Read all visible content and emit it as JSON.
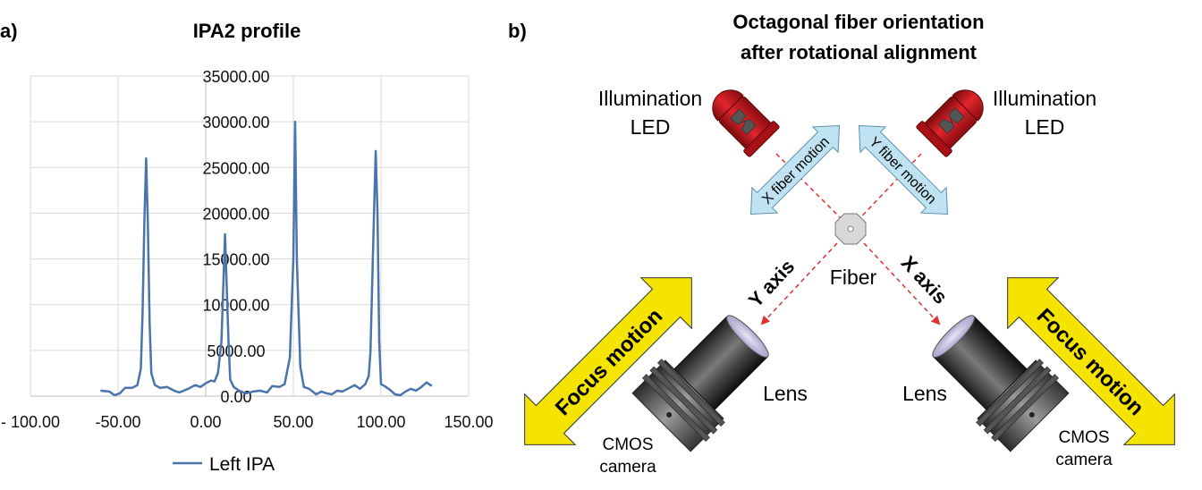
{
  "panel_a": {
    "label": "a)",
    "title": "IPA2 profile",
    "legend": "Left IPA",
    "y_ticks": [
      "35000.00",
      "30000.00",
      "25000.00",
      "20000.00",
      "15000.00",
      "10000.00",
      "5000.00",
      "0.00"
    ],
    "x_ticks": [
      "- 100.00",
      "-50.00",
      "0.00",
      "50.00",
      "100.00",
      "150.00"
    ]
  },
  "panel_b": {
    "label": "b)",
    "title_line1": "Octagonal fiber orientation",
    "title_line2": "after rotational alignment",
    "led_left_line1": "Illumination",
    "led_left_line2": "LED",
    "led_right_line1": "Illumination",
    "led_right_line2": "LED",
    "x_fiber_motion": "X fiber motion",
    "y_fiber_motion": "Y fiber motion",
    "fiber": "Fiber",
    "y_axis": "Y axis",
    "x_axis": "X axis",
    "focus_left": "Focus motion",
    "focus_right": "Focus motion",
    "lens_left": "Lens",
    "lens_right": "Lens",
    "cmos_left_line1": "CMOS",
    "cmos_left_line2": "camera",
    "cmos_right_line1": "CMOS",
    "cmos_right_line2": "camera"
  },
  "colors": {
    "series": "#4a74ab",
    "grid": "#d9d9d9",
    "arrow_fill": "#bfe3f2",
    "focus_fill": "#f5e300",
    "led_red": "#c8161c",
    "beam": "#e03030"
  },
  "chart_data": {
    "type": "line",
    "xlim": [
      -100,
      150
    ],
    "ylim": [
      0,
      35000
    ],
    "xticks": [
      -100,
      -50,
      0,
      50,
      100,
      150
    ],
    "yticks": [
      0,
      5000,
      10000,
      15000,
      20000,
      25000,
      30000,
      35000
    ],
    "grid": true,
    "legend_position": "bottom",
    "series": [
      {
        "name": "Left IPA",
        "points": [
          [
            -60,
            600
          ],
          [
            -55,
            500
          ],
          [
            -52,
            100
          ],
          [
            -49,
            300
          ],
          [
            -46,
            900
          ],
          [
            -42,
            900
          ],
          [
            -39,
            1200
          ],
          [
            -37,
            3000
          ],
          [
            -36,
            9000
          ],
          [
            -35,
            19000
          ],
          [
            -34,
            26000
          ],
          [
            -33,
            19000
          ],
          [
            -32,
            8000
          ],
          [
            -31,
            2500
          ],
          [
            -29,
            1200
          ],
          [
            -26,
            900
          ],
          [
            -22,
            1000
          ],
          [
            -18,
            600
          ],
          [
            -15,
            400
          ],
          [
            -10,
            800
          ],
          [
            -6,
            1200
          ],
          [
            -3,
            1000
          ],
          [
            0,
            1400
          ],
          [
            3,
            1700
          ],
          [
            5,
            1600
          ],
          [
            7,
            2500
          ],
          [
            9,
            6000
          ],
          [
            11,
            17700
          ],
          [
            13,
            6000
          ],
          [
            14,
            1800
          ],
          [
            16,
            1000
          ],
          [
            19,
            600
          ],
          [
            23,
            300
          ],
          [
            27,
            500
          ],
          [
            31,
            600
          ],
          [
            35,
            400
          ],
          [
            38,
            1100
          ],
          [
            42,
            1000
          ],
          [
            45,
            1300
          ],
          [
            48,
            4200
          ],
          [
            50,
            15000
          ],
          [
            51,
            30000
          ],
          [
            52,
            15000
          ],
          [
            54,
            3200
          ],
          [
            56,
            1000
          ],
          [
            59,
            800
          ],
          [
            63,
            200
          ],
          [
            66,
            500
          ],
          [
            69,
            300
          ],
          [
            72,
            200
          ],
          [
            75,
            600
          ],
          [
            78,
            500
          ],
          [
            82,
            900
          ],
          [
            85,
            1200
          ],
          [
            88,
            800
          ],
          [
            91,
            1300
          ],
          [
            93,
            2200
          ],
          [
            94,
            4800
          ],
          [
            96,
            20000
          ],
          [
            97,
            26800
          ],
          [
            98,
            20000
          ],
          [
            99,
            6000
          ],
          [
            100,
            1300
          ],
          [
            102,
            1100
          ],
          [
            105,
            700
          ],
          [
            108,
            200
          ],
          [
            111,
            100
          ],
          [
            114,
            500
          ],
          [
            117,
            800
          ],
          [
            120,
            600
          ],
          [
            123,
            1000
          ],
          [
            126,
            1500
          ],
          [
            129,
            1100
          ]
        ]
      }
    ]
  }
}
